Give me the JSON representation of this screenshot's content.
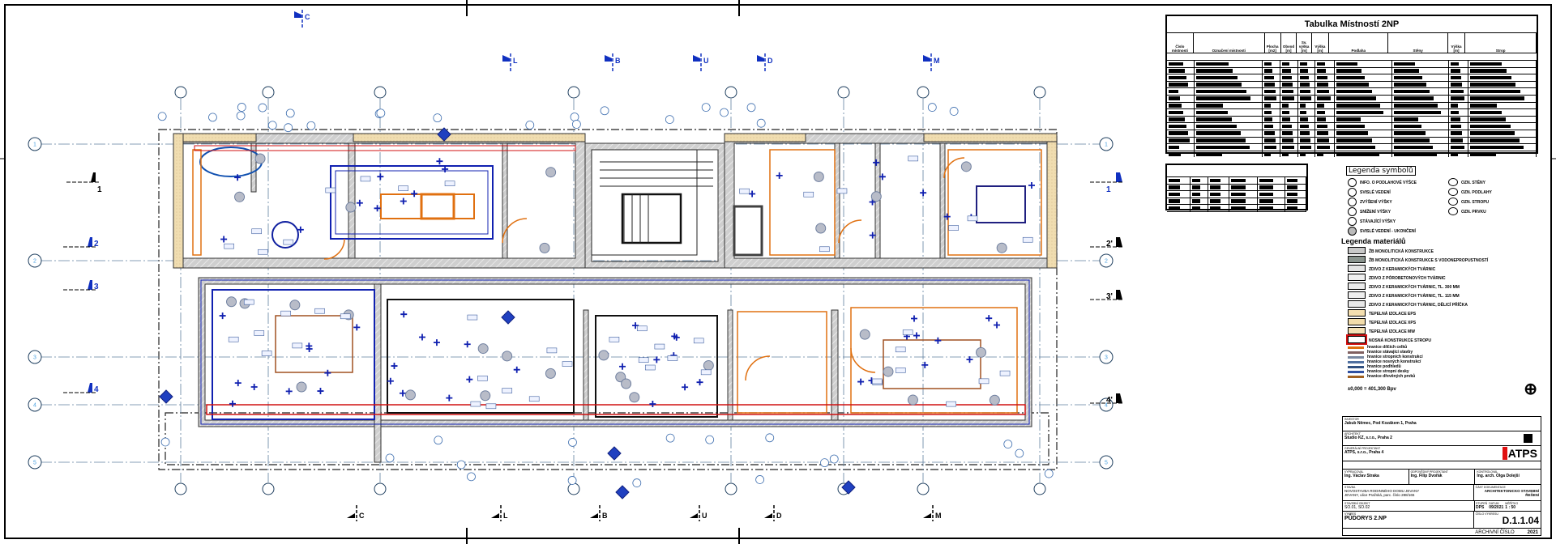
{
  "drawing": {
    "grid_rows": [
      "1",
      "2",
      "3",
      "4",
      "5"
    ],
    "section_marks_left": [
      "1",
      "2",
      "3",
      "4"
    ],
    "section_marks_right": [
      "1",
      "2'",
      "3'",
      "4'"
    ],
    "section_marks_top": [
      "C",
      "L",
      "B",
      "U",
      "D",
      "M"
    ],
    "section_marks_bottom": [
      "C",
      "L",
      "B",
      "U",
      "D",
      "M"
    ]
  },
  "room_table": {
    "title": "Tabulka Místností 2NP",
    "headers": [
      "Číslo místnosti",
      "Označení místnosti",
      "Plocha [m2]",
      "Obvod [m]",
      "Sv. výška [m]",
      "Výška [m]",
      "Podlaha",
      "Stěny",
      "Výška [m]",
      "Strop"
    ],
    "row_count": 14
  },
  "legend_symbols": {
    "title": "Legenda symbolů",
    "left_items": [
      "Info. o podlahové výšce",
      "Svislé vedení",
      "Zvýšení výšky",
      "Snížení výšky",
      "Stávající výšky",
      "Svislé vedení - ukončení"
    ],
    "right_items": [
      "Ozn. stěny",
      "Ozn. podlahy",
      "Ozn. stropu",
      "Ozn. prvku"
    ]
  },
  "legend_materials": {
    "title": "Legenda materiálů",
    "items": [
      {
        "label": "ŽB monolitická konstrukce",
        "color": "#c8c8c8"
      },
      {
        "label": "ŽB monolitická konstrukce s vodonepropustností",
        "color": "#8a948e"
      },
      {
        "label": "zdivo z keramických tvárnic",
        "color": "#e4e4e4"
      },
      {
        "label": "zdivo z pórobetonových tvárnic",
        "color": "#f0f0f0"
      },
      {
        "label": "zdivo z keramických tvárnic, tl. 300 mm",
        "color": "#eaeaea"
      },
      {
        "label": "zdivo z keramických tvárnic, tl. 115 mm",
        "color": "#eeeeee"
      },
      {
        "label": "zdivo z keramických tvárnic, dělicí příčka",
        "color": "#e8e8e8"
      },
      {
        "label": "tepelná izolace EPS",
        "color": "#f4dfb0"
      },
      {
        "label": "tepelná izolace XPS",
        "color": "#f2dcaa"
      },
      {
        "label": "tepelná izolace MW",
        "color": "#f3e0b4"
      },
      {
        "label": "nosná konstrukce stropu",
        "color": "#d01010"
      }
    ],
    "line_items": [
      {
        "label": "hranice dílčích celků",
        "color": "#e07010"
      },
      {
        "label": "hranice stávající stavby",
        "color": "#806060"
      },
      {
        "label": "hranice stropních konstrukcí",
        "color": "#7888a0"
      },
      {
        "label": "hranice nosných konstrukcí",
        "color": "#5070a0"
      },
      {
        "label": "hranice podhledů",
        "color": "#305080"
      },
      {
        "label": "hranice stropní desky",
        "color": "#3050a0"
      },
      {
        "label": "hranice dřevěných prvků",
        "color": "#a06020"
      }
    ],
    "elevation_note": "±0,000 = 401,300 Bpv"
  },
  "title_block": {
    "investor_label": "INVESTOR",
    "investor": "Jakub Němec, Pod Kozákem 1, Praha",
    "architect_label": "ARCHITEKT",
    "architect": "Studio KZ, s.r.o., Praha 2",
    "designer_label": "GENERÁLNÍ PROJEKTANT",
    "designer": "ATPS, s.r.o., Praha 4",
    "logo": "ATPS",
    "author_label": "VYPRACOVAL",
    "author": "Ing. Václav Straka",
    "responsible_label": "ODPOVĚDNÝ PROJEKTANT",
    "responsible": "Ing. Filip Dvořák",
    "checker_label": "KONTROLOVAL",
    "checker": "Ing. arch. Olga Dolejší",
    "project_label": "STAVBA",
    "project": "NOVOSTAVBA RODINNÉHO DOMU JEVANY",
    "location": "JEVANY, ulice Pražská, parc. číslo 288/165",
    "part_label": "STAVEBNÍ OBJEKT",
    "part": "SO.01, SO.02",
    "doc_part_label": "ČÁST DOKUMENTACE",
    "doc_part": "ARCHITEKTONICKO STAVEBNÍ ŘEŠENÍ",
    "stage_label": "STUPEŇ",
    "stage": "DPS",
    "date_label": "DATUM",
    "date": "09/2021",
    "scale_label": "MĚŘÍTKO",
    "scale": "1 : 50",
    "drawing_label": "VÝKRES",
    "drawing": "PŮDORYS 2.NP",
    "number_label": "ČÍSLO VÝKRESU",
    "number": "D.1.1.04",
    "archive_label": "ARCHIVNÍ ČÍSLO",
    "archive": "2021"
  }
}
